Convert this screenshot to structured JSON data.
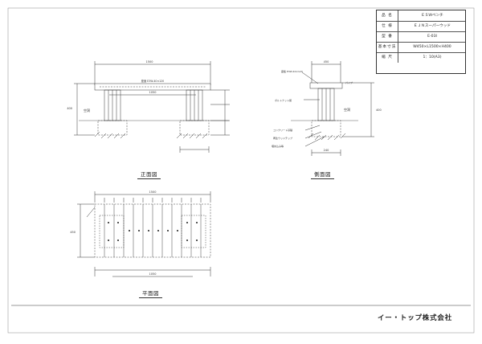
{
  "title_block": {
    "rows": [
      {
        "key": "品 名",
        "value": "ＥＳＷベンチ"
      },
      {
        "key": "仕 様",
        "value": "ＥＪＮスーパーウッド"
      },
      {
        "key": "型 番",
        "value": "E-03I"
      },
      {
        "key": "基本寸法",
        "value": "W450×L1500×H400"
      },
      {
        "key": "縮 尺",
        "value": "1：10(A3)"
      }
    ]
  },
  "views": {
    "front": {
      "caption": "正面図",
      "width_top": "1500",
      "width_inner": "1050",
      "height": "400",
      "top_label": "座面 E3W-40×120",
      "side_label": "空洞"
    },
    "side": {
      "caption": "側面図",
      "width_top": "450",
      "width_inner": "240",
      "height": "400",
      "top_label": "座板 E3W-40×120",
      "side_label": "空洞",
      "callouts": [
        "ボルトナット留",
        "コンクリート基礎",
        "再生ウッドチップ",
        "埋め込み等",
        "パイプ"
      ]
    },
    "plan": {
      "caption": "平面図",
      "width_top": "1500",
      "width_inner": "1050",
      "depth": "450"
    }
  },
  "company": "イー・トップ株式会社"
}
